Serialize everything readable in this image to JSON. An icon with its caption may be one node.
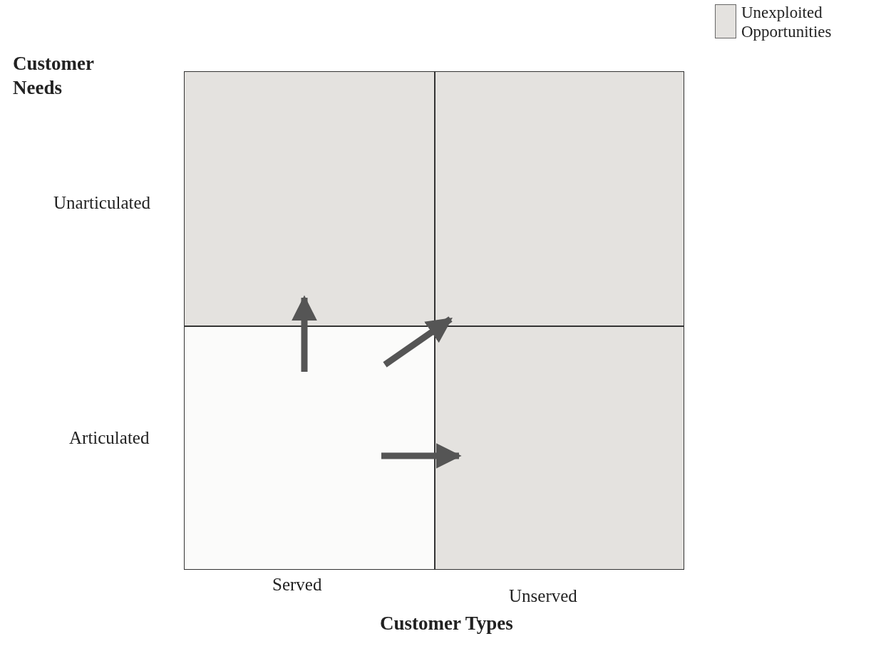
{
  "diagram": {
    "nodes": [
      {
        "text": [],
        "shape": "box"
      },
      {
        "text": [],
        "shape": "box"
      },
      {
        "text": [],
        "shape": "box"
      },
      {
        "text": [],
        "shape": "box"
      }
    ],
    "edges": [
      {
        "from": 2,
        "to": 0,
        "arrow": "to"
      },
      {
        "from": 2,
        "to": 1,
        "arrow": "to"
      },
      {
        "from": 2,
        "to": 3,
        "arrow": "to"
      }
    ],
    "labels": [
      "Customer Needs",
      "Unarticulated",
      "Articulated",
      "Served",
      "Unserved",
      "Customer Types"
    ],
    "legend": [
      {
        "text": "Unexploited Opportunities",
        "color": "#e4e2df"
      }
    ]
  }
}
